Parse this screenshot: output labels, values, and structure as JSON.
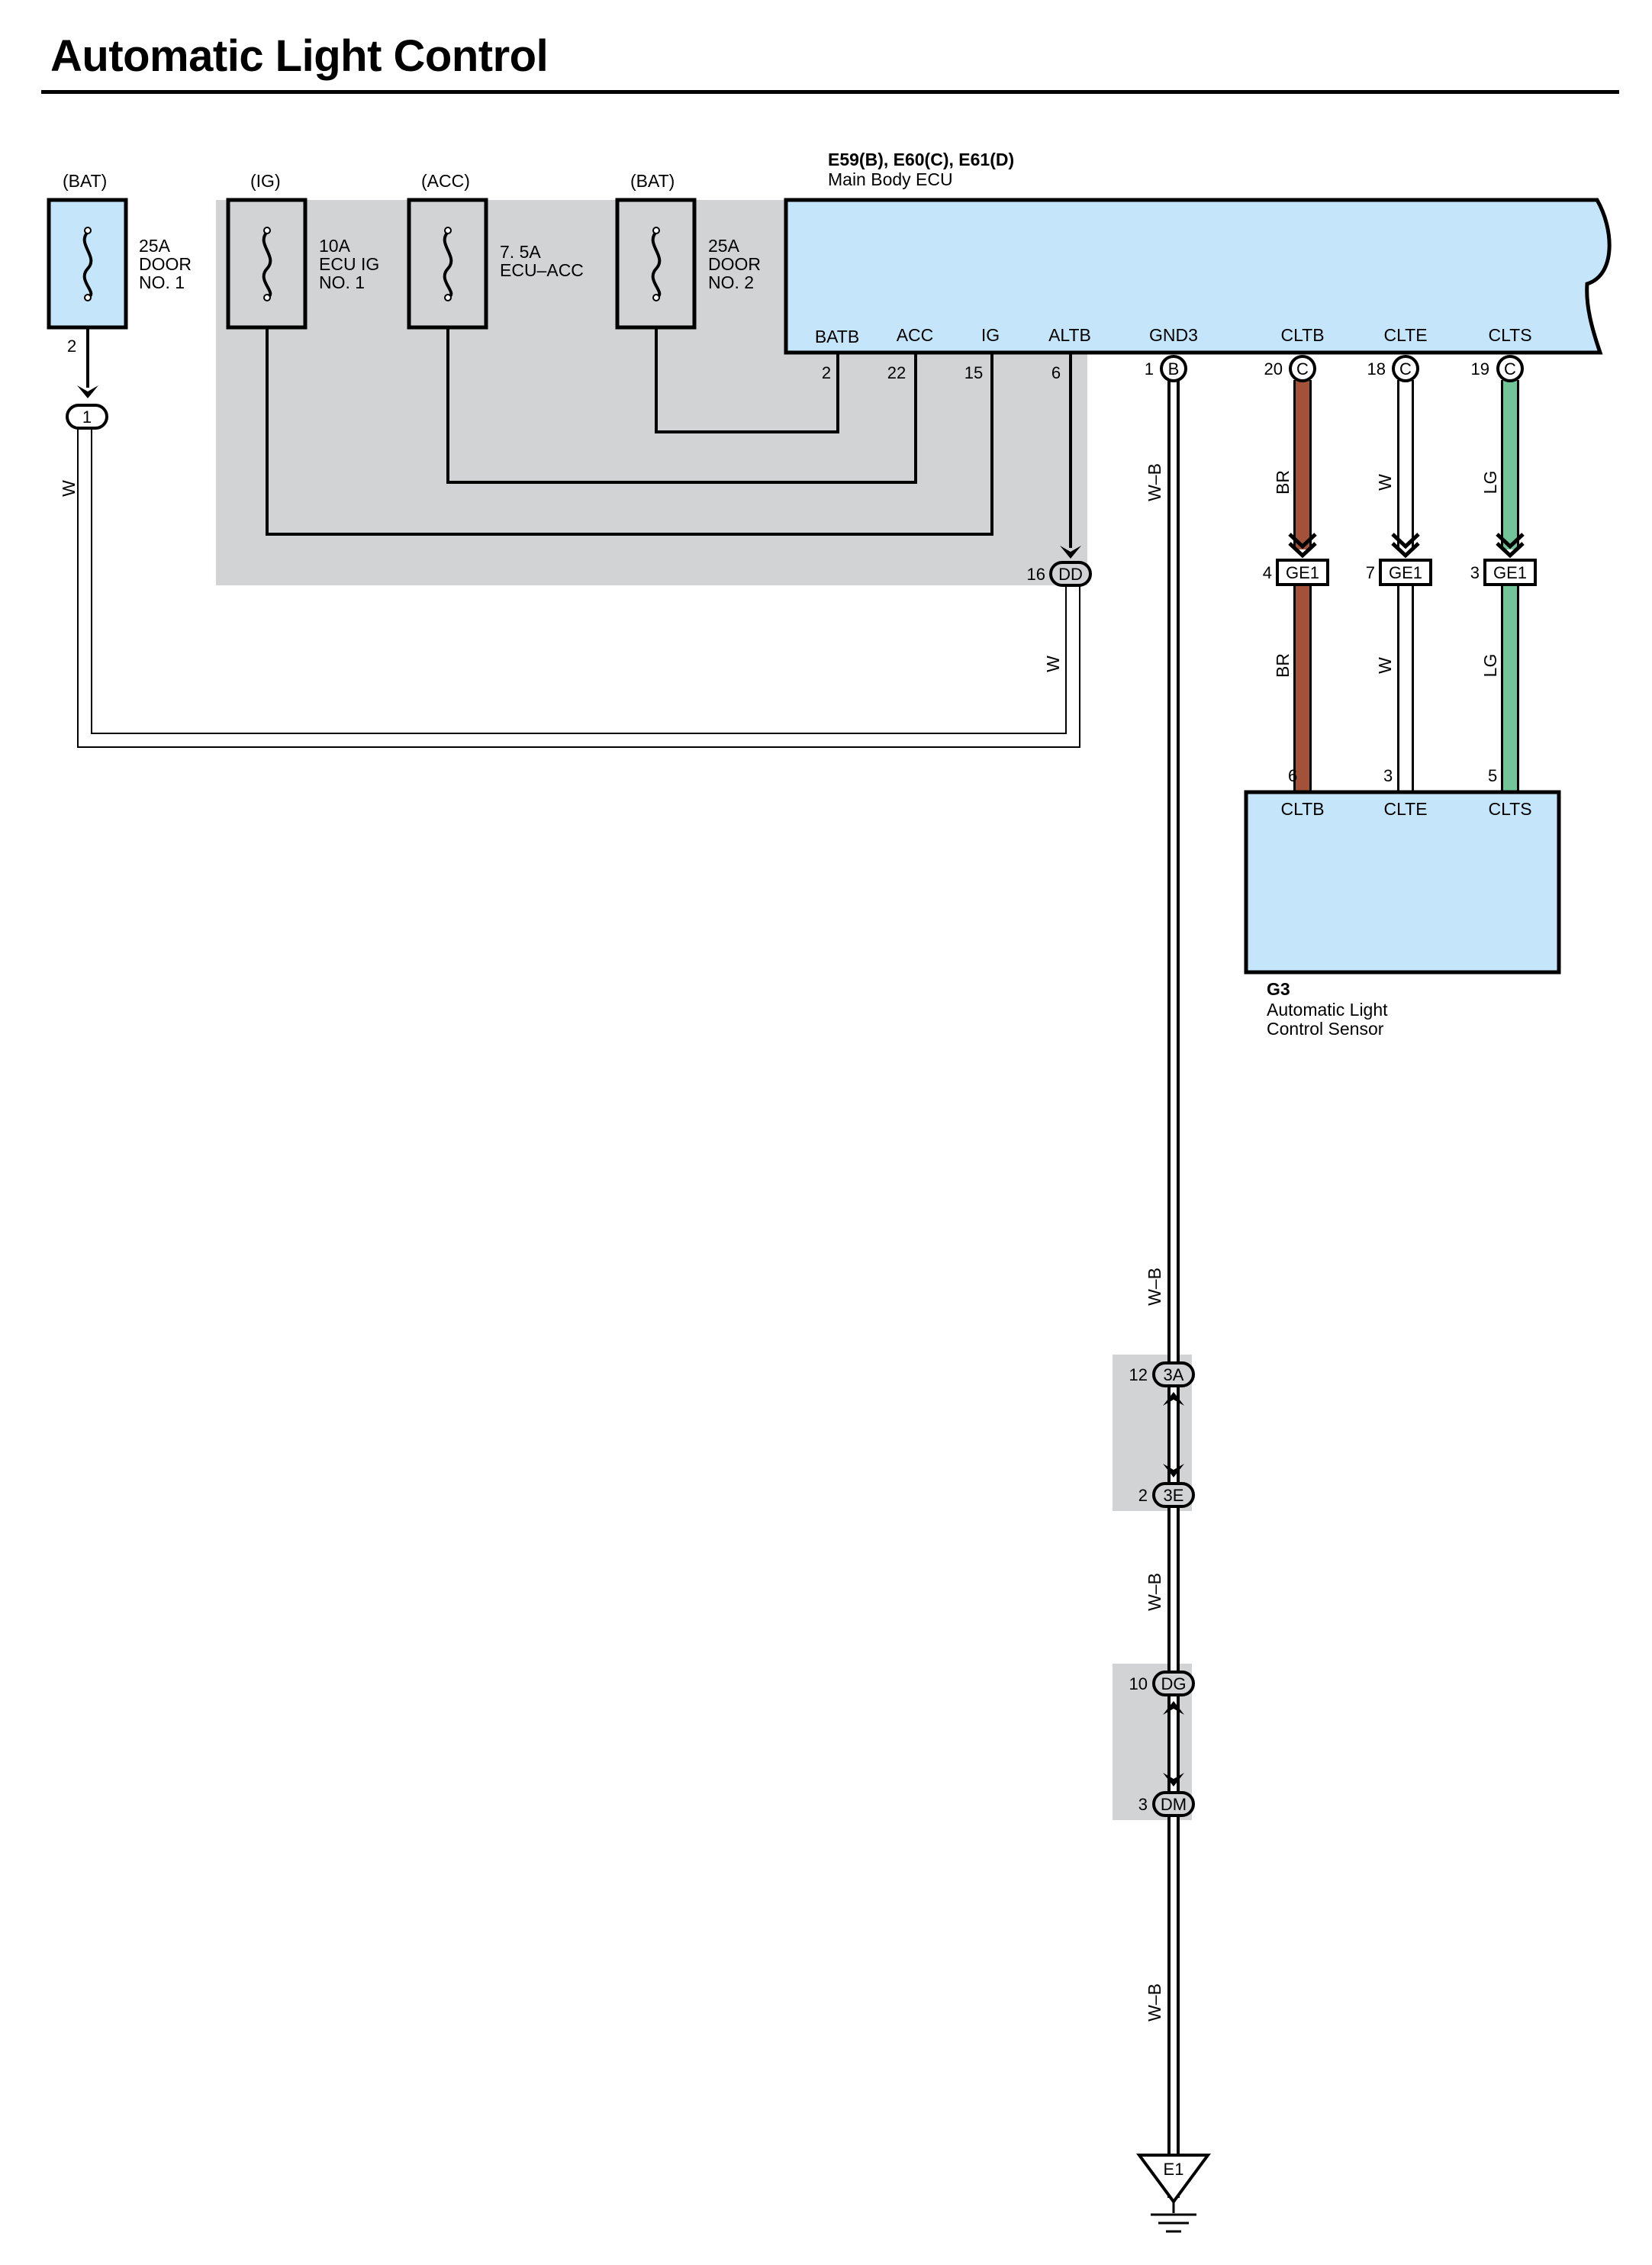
{
  "title": "Automatic Light Control",
  "colors": {
    "box_fill": "#c5e6fa",
    "junction_fill": "#d2d3d5",
    "wire_BR": "#a3523a",
    "wire_LG": "#72c499",
    "wire_W": "#ffffff",
    "wire_WB": "#ffffff"
  },
  "fuses": [
    {
      "source": "(BAT)",
      "rating": "25A",
      "line2": "DOOR",
      "line3": "NO. 1"
    },
    {
      "source": "(IG)",
      "rating": "10A",
      "line2": "ECU IG",
      "line3": "NO. 1"
    },
    {
      "source": "(ACC)",
      "rating": "7. 5A",
      "line2": "ECU–ACC",
      "line3": ""
    },
    {
      "source": "(BAT)",
      "rating": "25A",
      "line2": "DOOR",
      "line3": "NO. 2"
    }
  ],
  "fuse1_pin": "2",
  "conn_1": {
    "label": "1"
  },
  "ecu": {
    "code": "E59(B), E60(C), E61(D)",
    "name": "Main Body ECU",
    "terminals": [
      {
        "name": "BATB",
        "pin": "2"
      },
      {
        "name": "ACC",
        "pin": "22"
      },
      {
        "name": "IG",
        "pin": "15"
      },
      {
        "name": "ALTB",
        "pin": "6"
      },
      {
        "name": "GND3",
        "pin": "1",
        "conn": "B"
      },
      {
        "name": "CLTB",
        "pin": "20",
        "conn": "C"
      },
      {
        "name": "CLTE",
        "pin": "18",
        "conn": "C"
      },
      {
        "name": "CLTS",
        "pin": "19",
        "conn": "C"
      }
    ]
  },
  "conn_dd": {
    "pin": "16",
    "label": "DD"
  },
  "wire_colors": {
    "w": "W",
    "wb": "W–B",
    "br": "BR",
    "lg": "LG"
  },
  "ge1": [
    {
      "pin": "4",
      "label": "GE1"
    },
    {
      "pin": "7",
      "label": "GE1"
    },
    {
      "pin": "3",
      "label": "GE1"
    }
  ],
  "sensor": {
    "code": "G3",
    "name_line1": "Automatic Light",
    "name_line2": "Control Sensor",
    "terminals": [
      {
        "name": "CLTB",
        "pin": "6"
      },
      {
        "name": "CLTE",
        "pin": "3"
      },
      {
        "name": "CLTS",
        "pin": "5"
      }
    ]
  },
  "ground_connectors": [
    {
      "pin": "12",
      "label": "3A"
    },
    {
      "pin": "2",
      "label": "3E"
    },
    {
      "pin": "10",
      "label": "DG"
    },
    {
      "pin": "3",
      "label": "DM"
    }
  ],
  "ground": {
    "label": "E1"
  }
}
